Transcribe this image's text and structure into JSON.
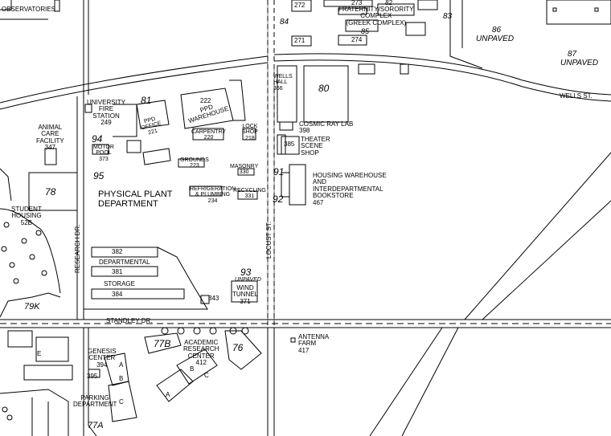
{
  "map": {
    "streets": {
      "wells": "WELLS ST.",
      "locust": "LOCUST ST.",
      "standley": "STANDLEY DR.",
      "research": "RESEARCH DR."
    },
    "areas": {
      "physical_plant": "PHYSICAL PLANT\nDEPARTMENT",
      "observatories": "OBSERVATORIES",
      "unpaved_86": "UNPAVED",
      "unpaved_87": "UNPAVED",
      "unpaved_93": "UNPAVED",
      "student_housing": "STUDENT\nHOUSING\n52B"
    },
    "lots": {
      "l86": "86",
      "l87": "87",
      "l83": "83",
      "l84": "84",
      "l85": "85",
      "l80": "80",
      "l81": "81",
      "l82": "82",
      "l94": "94",
      "l95": "95",
      "l78": "78",
      "l91": "91",
      "l92": "92",
      "l93": "93",
      "l76": "76",
      "l77b": "77B",
      "l77a": "77A",
      "l79k": "79K"
    },
    "buildings": {
      "b272": "272",
      "b273": "273",
      "b271": "271",
      "b274": "274",
      "fraternity": "FRATERNITY/SORORITY\nCOMPLEX\n(GREEK COMPLEX)",
      "wells_hall": "WELLS\nHALL\n356",
      "cosmic_ray": "COSMIC RAY LAB\n398",
      "theater": "THEATER\nSCENE\nSHOP",
      "b385": "385",
      "housing_wh": "HOUSING WAREHOUSE\nAND\nINTERDEPARTMENTAL\nBOOKSTORE\n467",
      "university_fire": "UNIVERSITY\nFIRE\nSTATION\n249",
      "animal_care": "ANIMAL\nCARE\nFACILITY\n347",
      "ppd_office": "PPD\nOFFICE\n221",
      "ppd_warehouse": "PPD\nWAREHOUSE",
      "b222": "222",
      "lock_shop": "LOCK\nSHOP\n218",
      "carpentry": "CARPENTRY\n220",
      "masonry": "MASONRY\n330",
      "recycling": "RECYCLING\n331",
      "grounds": "GROUNDS\n223",
      "motor_pool": "MOTOR\nPOOL\n373",
      "refrigeration": "REFRIGERATION\n& PLUMBING\n234",
      "b382": "382",
      "departmental": "DEPARTMENTAL",
      "b381": "381",
      "storage": "STORAGE",
      "b384": "384",
      "b343": "343",
      "wind_tunnel": "WIND\nTUNNEL\n371",
      "antenna": "ANTENNA\nFARM\n417",
      "academic_research": "ACADEMIC\nRESEARCH\nCENTER\n412",
      "genesis": "GENESIS\nCENTER\n394",
      "b395": "395",
      "parking_dept": "PARKING\nDEPARTMENT",
      "bldg_a1": "A",
      "bldg_b1": "B",
      "bldg_c1": "C",
      "bldg_a2": "A",
      "bldg_b2": "B",
      "bldg_c2": "C",
      "bldg_e": "E"
    }
  }
}
